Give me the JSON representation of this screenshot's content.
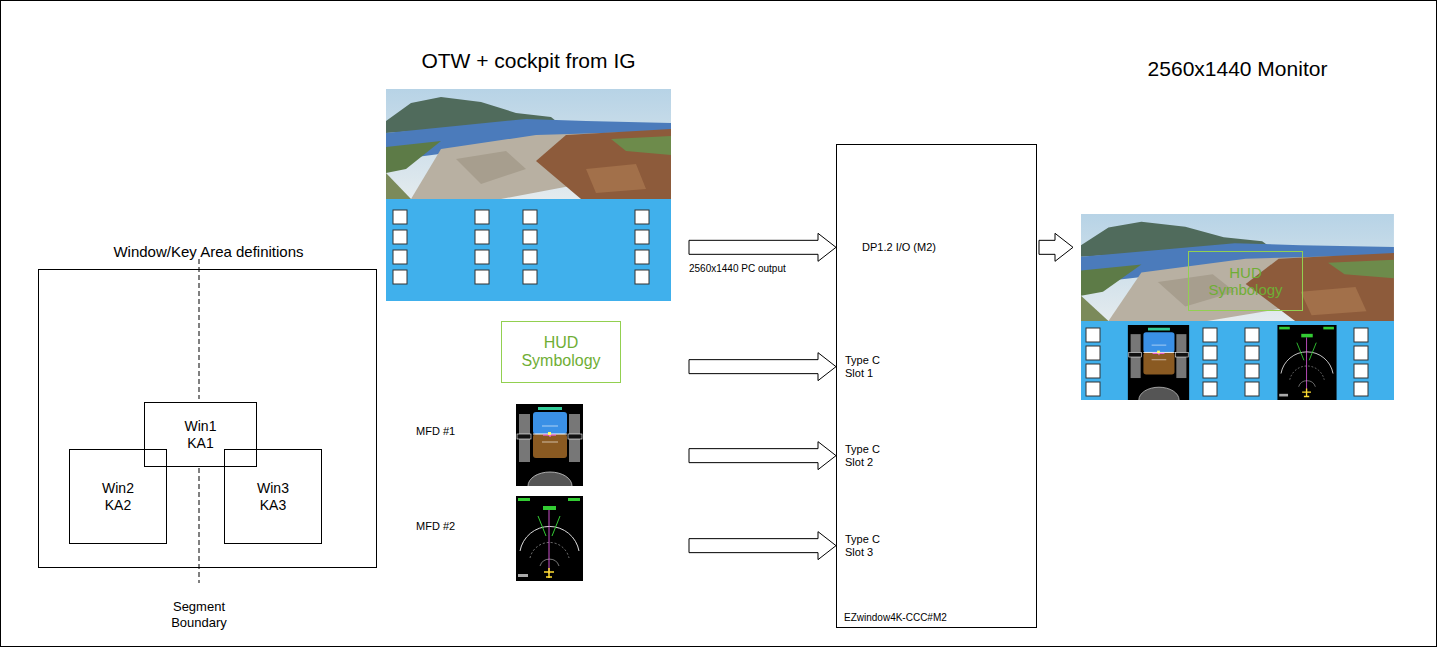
{
  "diagram": {
    "nodes": [
      {
        "text": [
          "OTW + cockpit from IG"
        ]
      },
      {
        "text": [
          "Window/Key Area definitions"
        ]
      },
      {
        "text": [
          "Win1 KA1"
        ],
        "in": 1
      },
      {
        "text": [
          "Win2 KA2"
        ],
        "in": 1
      },
      {
        "text": [
          "Win3 KA3"
        ],
        "in": 1
      },
      {
        "text": [
          "HUD Symbology"
        ]
      },
      {
        "text": [
          "MFD #1"
        ]
      },
      {
        "text": [
          "MFD #2"
        ]
      },
      {
        "text": [
          "DP1.2 I/O (M2)",
          "Type C Slot 1",
          "Type C Slot 2",
          "Type C Slot 3",
          "EZwindow4K-CCC#M2"
        ]
      },
      {
        "text": [
          "2560x1440 Monitor"
        ]
      },
      {
        "text": [
          "HUD Symbology"
        ],
        "in": 9
      }
    ],
    "edges": [
      {
        "from": 0,
        "to": 8,
        "arrow": "to",
        "label": "2560x1440 PC output"
      },
      {
        "from": 5,
        "to": 8,
        "arrow": "to"
      },
      {
        "from": 6,
        "to": 8,
        "arrow": "to"
      },
      {
        "from": 7,
        "to": 8,
        "arrow": "to"
      },
      {
        "from": 8,
        "to": 9,
        "arrow": "to"
      }
    ],
    "labels": [
      "Segment Boundary"
    ]
  }
}
